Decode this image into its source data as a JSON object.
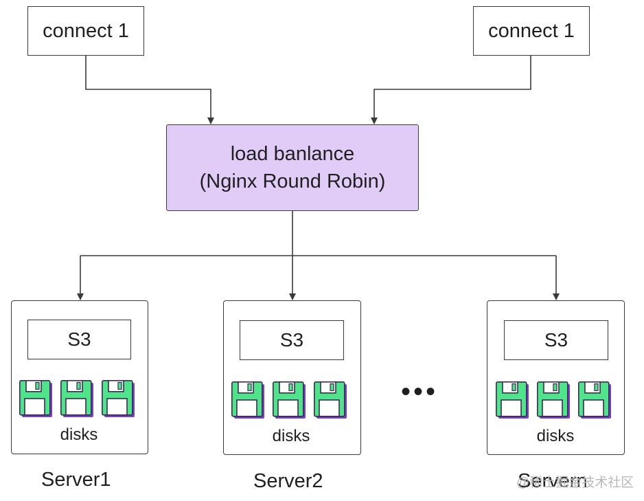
{
  "connect_left": "connect 1",
  "connect_right": "connect 1",
  "load_balancer": {
    "line1": "load banlance",
    "line2": "(Nginx Round Robin)"
  },
  "servers": [
    {
      "store": "S3",
      "disks_label": "disks",
      "label": "Server1"
    },
    {
      "store": "S3",
      "disks_label": "disks",
      "label": "Server2"
    },
    {
      "store": "S3",
      "disks_label": "disks",
      "label": "Servern"
    }
  ],
  "ellipsis": "•••",
  "watermark": "@稀土掘金技术社区",
  "colors": {
    "lb_fill": "#e1cbf7",
    "disk_fill": "#4fe48a",
    "disk_shadow": "#7b3cc6",
    "stroke": "#3a3a3a"
  },
  "icons": {
    "disk": "floppy-disk-icon"
  }
}
